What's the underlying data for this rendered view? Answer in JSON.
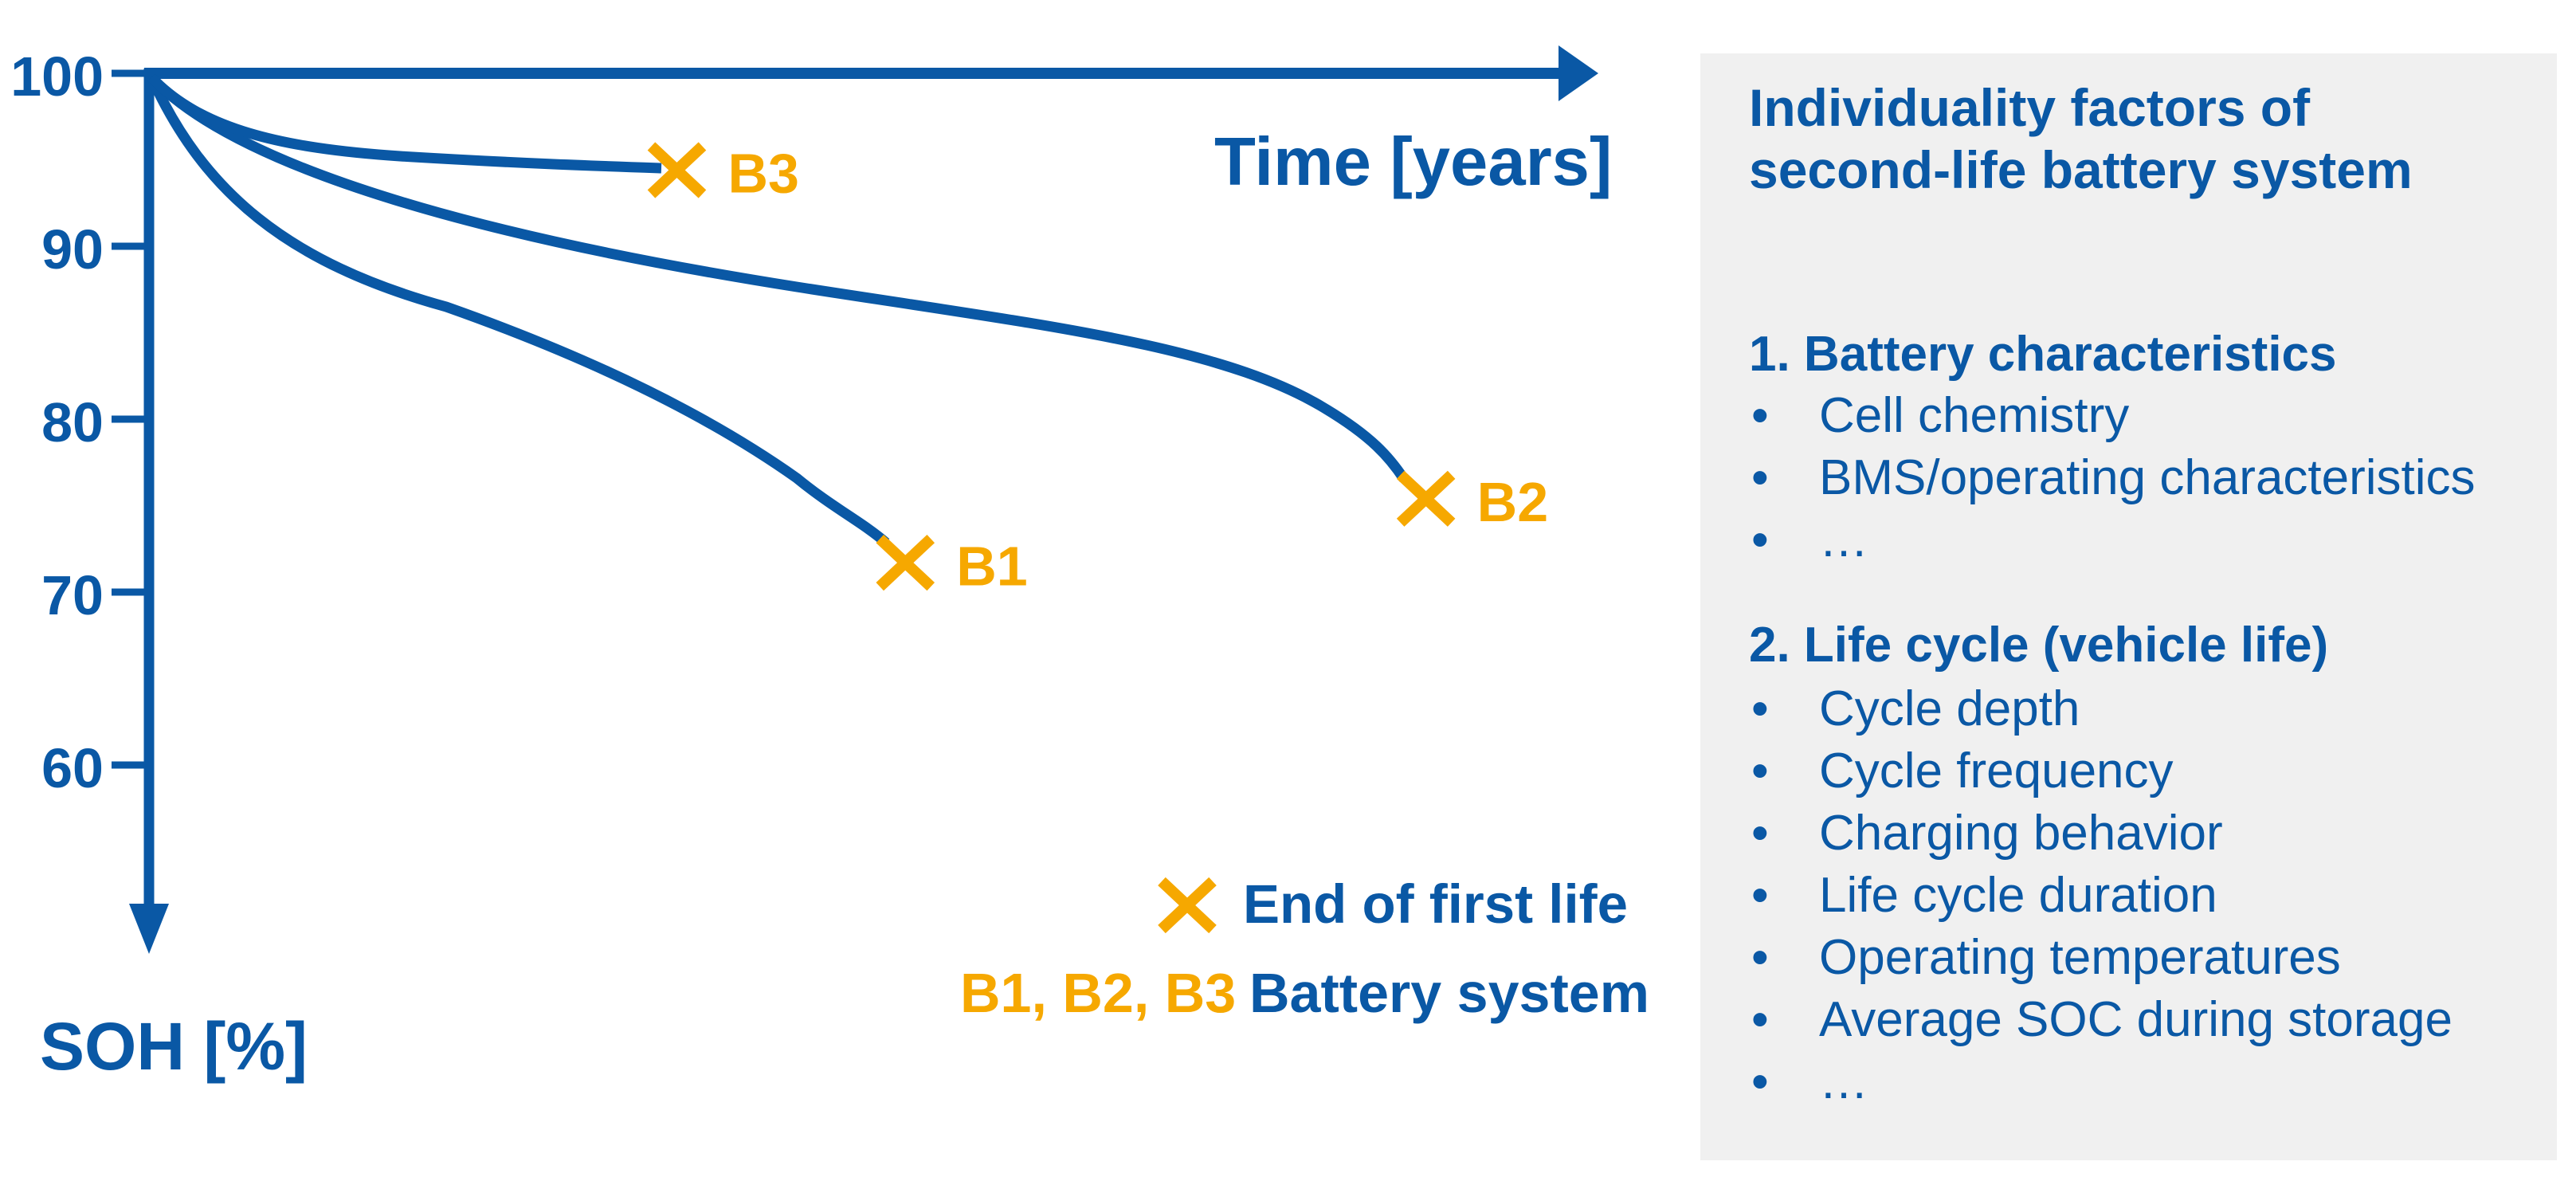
{
  "colors": {
    "blue": "#0a58a5",
    "orange": "#f6a800",
    "panel_gray": "#f0f0f0"
  },
  "chart_data": {
    "type": "line",
    "title": "",
    "xlabel": "Time [years]",
    "ylabel": "SOH [%]",
    "xticks": [],
    "yticks": [
      100,
      90,
      80,
      70,
      60
    ],
    "ylim": [
      55,
      100
    ],
    "x_axis_note": "no numeric time labels shown on axis; t = fraction of drawn time-axis length",
    "grid": false,
    "series": [
      {
        "name": "B1",
        "points": [
          {
            "t": 0,
            "soh": 100
          },
          {
            "t": 0.12,
            "soh": 89.0
          },
          {
            "t": 0.21,
            "soh": 86.5
          },
          {
            "t": 0.34,
            "soh": 81.0
          },
          {
            "t": 0.45,
            "soh": 76.6
          },
          {
            "t": 0.51,
            "soh": 72.9
          },
          {
            "t": 0.523,
            "soh": 71.7
          }
        ],
        "end_marker": {
          "t": 0.523,
          "soh": 71.7
        }
      },
      {
        "name": "B2",
        "points": [
          {
            "t": 0,
            "soh": 100
          },
          {
            "t": 0.12,
            "soh": 92.7
          },
          {
            "t": 0.28,
            "soh": 89.7
          },
          {
            "t": 0.45,
            "soh": 87.6
          },
          {
            "t": 0.61,
            "soh": 85.4
          },
          {
            "t": 0.74,
            "soh": 84.3
          },
          {
            "t": 0.81,
            "soh": 80.6
          },
          {
            "t": 0.87,
            "soh": 76.5
          },
          {
            "t": 0.883,
            "soh": 75.4
          }
        ],
        "end_marker": {
          "t": 0.883,
          "soh": 75.4
        }
      },
      {
        "name": "B3",
        "points": [
          {
            "t": 0,
            "soh": 100
          },
          {
            "t": 0.035,
            "soh": 96.9
          },
          {
            "t": 0.09,
            "soh": 95.9
          },
          {
            "t": 0.17,
            "soh": 95.2
          },
          {
            "t": 0.26,
            "soh": 94.8
          },
          {
            "t": 0.354,
            "soh": 94.5
          },
          {
            "t": 0.365,
            "soh": 94.4
          }
        ],
        "end_marker": {
          "t": 0.365,
          "soh": 94.4
        }
      }
    ],
    "legend": [
      {
        "symbol": "x-marker",
        "label": "End of first life"
      },
      {
        "symbol": "B1, B2, B3",
        "label": "Battery system"
      }
    ],
    "legend_position": "bottom-center"
  },
  "legend": {
    "marker_label": "End of first life",
    "series_prefix": "B1, B2, B3",
    "series_label": "Battery system"
  },
  "panel": {
    "bullet_icon": "•",
    "title": "Individuality factors of second-life battery system",
    "sections": [
      {
        "heading": "1. Battery characteristics",
        "items": [
          "Cell chemistry",
          "BMS/operating characteristics",
          "…"
        ]
      },
      {
        "heading": "2. Life cycle (vehicle life)",
        "items": [
          "Cycle depth",
          "Cycle frequency",
          "Charging behavior",
          "Life cycle duration",
          "Operating temperatures",
          "Average SOC during storage",
          "…"
        ]
      }
    ]
  }
}
